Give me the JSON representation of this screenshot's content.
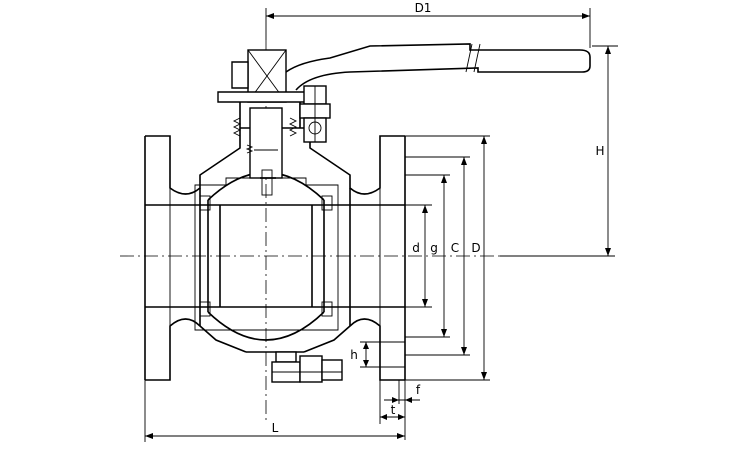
{
  "dimensions": {
    "D1": "D1",
    "H": "H",
    "d": "d",
    "g": "g",
    "C": "C",
    "D": "D",
    "h": "h",
    "f": "f",
    "t": "t",
    "L": "L"
  },
  "colors": {
    "line": "#000000",
    "background": "#ffffff"
  }
}
